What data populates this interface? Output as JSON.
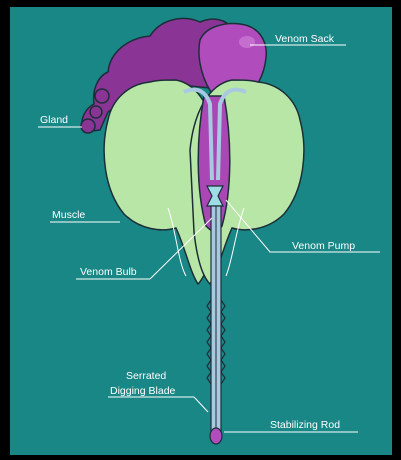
{
  "colors": {
    "background": "#1a8787",
    "frame": "#000000",
    "muscle": "#b8e6a6",
    "venom": "#a948b4",
    "venom_dark": "#7a2d85",
    "outline": "#1c2e38",
    "stinger": "#a9c9e0",
    "pump": "#9fdde6"
  },
  "labels": {
    "venom_sack": "Venom Sack",
    "gland": "Gland",
    "muscle": "Muscle",
    "venom_pump": "Venom Pump",
    "venom_bulb": "Venom Bulb",
    "serrated_line1": "Serrated",
    "serrated_line2": "Digging Blade",
    "stabilizing_rod": "Stabilizing Rod"
  }
}
